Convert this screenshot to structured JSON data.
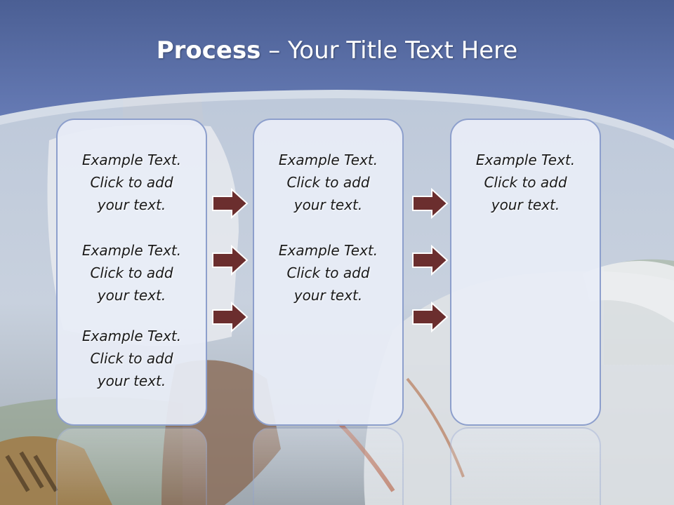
{
  "title": {
    "bold": "Process",
    "rest": " – Your Title Text Here"
  },
  "columns": [
    {
      "items": [
        {
          "line1": "Example Text.",
          "line2": "Click  to add",
          "line3": "your text."
        },
        {
          "line1": "Example Text.",
          "line2": "Click  to add",
          "line3": "your text."
        },
        {
          "line1": "Example Text.",
          "line2": "Click  to add",
          "line3": "your text."
        }
      ]
    },
    {
      "items": [
        {
          "line1": "Example Text.",
          "line2": "Click  to add",
          "line3": "your text."
        },
        {
          "line1": "Example Text.",
          "line2": "Click  to add",
          "line3": "your text."
        }
      ]
    },
    {
      "items": [
        {
          "line1": "Example Text.",
          "line2": "Click  to add",
          "line3": "your text."
        }
      ]
    }
  ],
  "colors": {
    "banner": "#5a6ea8",
    "arrow_fill": "#6b2e2e",
    "box_border": "#8d9fcc"
  }
}
